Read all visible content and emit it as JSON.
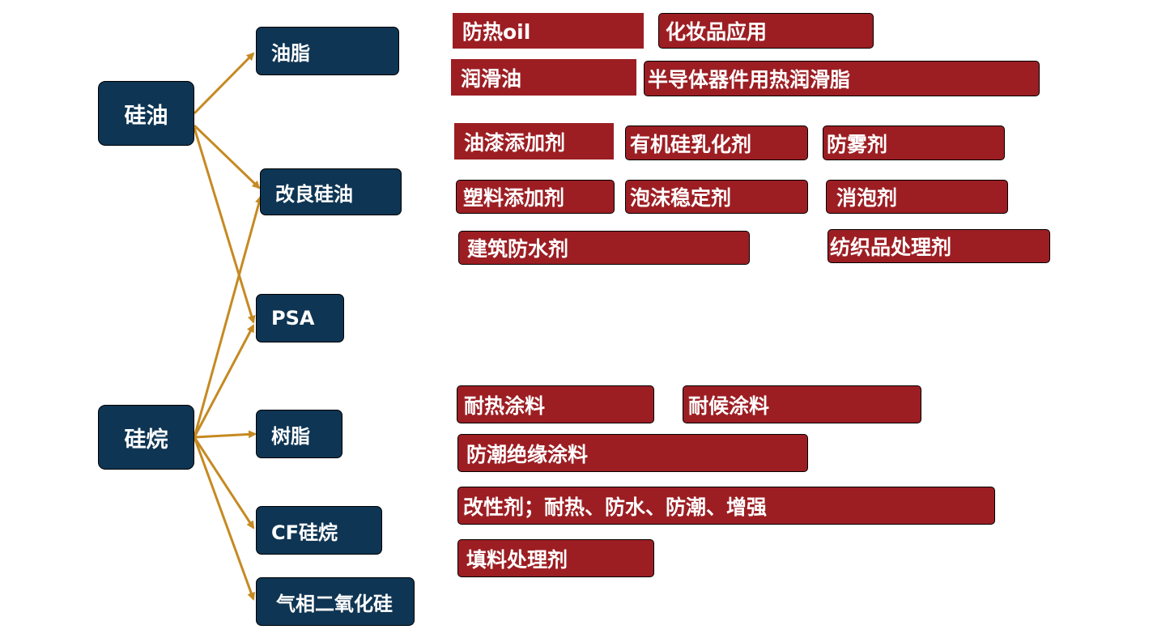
{
  "colors": {
    "root_node": "#0e3553",
    "app_box": "#9c1e23",
    "arrow": "#c58a22"
  },
  "roots": {
    "silicone_oil": "硅油",
    "silane": "硅烷"
  },
  "children": {
    "grease": "油脂",
    "modified_oil": "改良硅油",
    "psa": "PSA",
    "resin": "树脂",
    "cf_silane": "CF硅烷",
    "fumed_silica": "气相二氧化硅"
  },
  "applications": {
    "heat_oil": "防热oil",
    "cosmetics": "化妆品应用",
    "lubricant": "润滑油",
    "semi_grease": "半导体器件用热润滑脂",
    "paint_additive": "油漆添加剂",
    "emulsifier": "有机硅乳化剂",
    "antifog": "防雾剂",
    "plastic_additive": "塑料添加剂",
    "foam_stabilizer": "泡沫稳定剂",
    "defoamer": "消泡剂",
    "waterproof": "建筑防水剂",
    "textile": "纺织品处理剂",
    "heat_coating": "耐热涂料",
    "weather_coating": "耐候涂料",
    "moisture_coating": "防潮绝缘涂料",
    "modifier": "改性剂；耐热、防水、防潮、增强",
    "filler": "填料处理剂"
  }
}
